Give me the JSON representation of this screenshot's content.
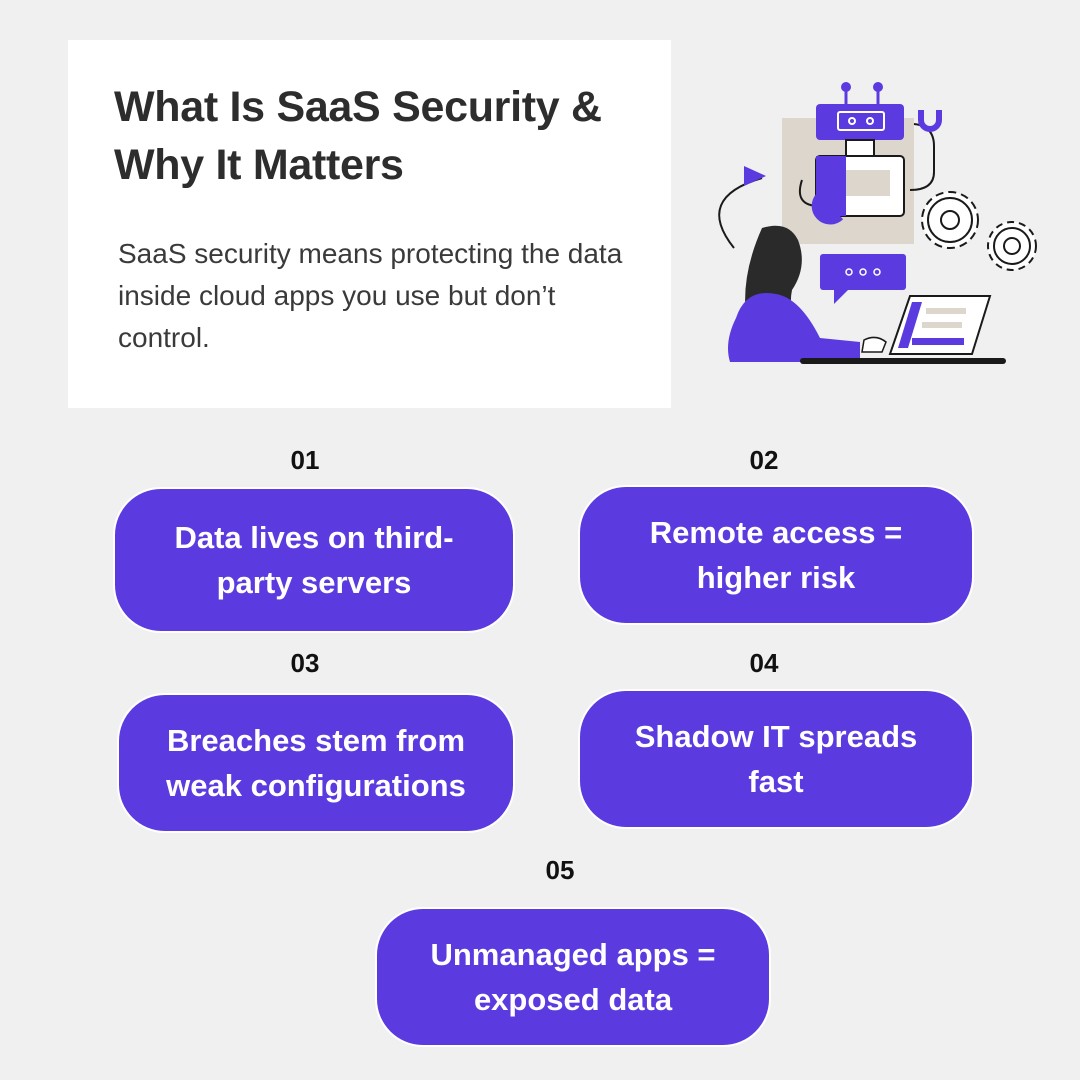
{
  "intro": {
    "title": "What Is SaaS Security & Why It Matters",
    "body": "SaaS security means protecting the data inside cloud apps you use but don’t control."
  },
  "illustration": {
    "icons": [
      "robot-icon",
      "gear-icon",
      "chat-bubble-icon",
      "laptop-icon",
      "person-icon",
      "arrow-icon"
    ],
    "colors": {
      "accent": "#5b3be0",
      "panel": "#ddd6cc",
      "dark": "#1a1a1a"
    }
  },
  "items": [
    {
      "number": "01",
      "text": "Data lives on third-party servers"
    },
    {
      "number": "02",
      "text": "Remote access = higher risk"
    },
    {
      "number": "03",
      "text": "Breaches stem from weak configurations"
    },
    {
      "number": "04",
      "text": "Shadow IT spreads fast"
    },
    {
      "number": "05",
      "text": "Unmanaged apps = exposed data"
    }
  ],
  "colors": {
    "background": "#f0f0f0",
    "card": "#ffffff",
    "pill": "#5b3be0",
    "pill_text": "#ffffff"
  }
}
